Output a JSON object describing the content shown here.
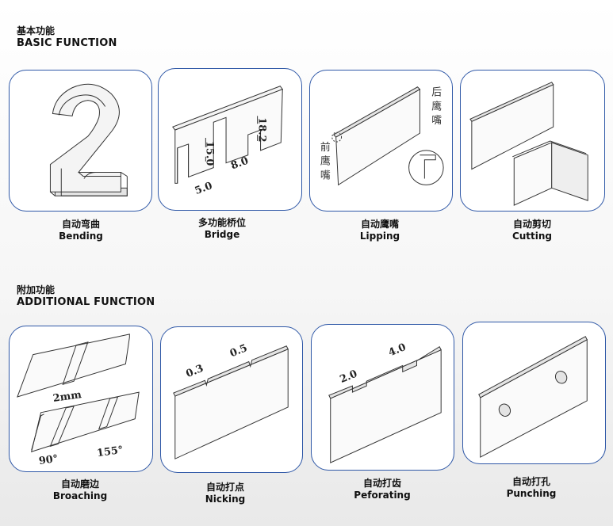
{
  "basic": {
    "title_cn": "基本功能",
    "title_en": "BASIC FUNCTION",
    "items": [
      {
        "cn": "自动弯曲",
        "en": "Bending"
      },
      {
        "cn": "多功能桥位",
        "en": "Bridge"
      },
      {
        "cn": "自动鹰嘴",
        "en": "Lipping"
      },
      {
        "cn": "自动剪切",
        "en": "Cutting"
      }
    ]
  },
  "additional": {
    "title_cn": "附加功能",
    "title_en": "ADDITIONAL FUNCTION",
    "items": [
      {
        "cn": "自动磨边",
        "en": "Broaching"
      },
      {
        "cn": "自动打点",
        "en": "Nicking"
      },
      {
        "cn": "自动打齿",
        "en": "Peforating"
      },
      {
        "cn": "自动打孔",
        "en": "Punching"
      }
    ]
  },
  "illustrations": {
    "bridge": {
      "w1": "5.0",
      "h1": "15.0",
      "w2": "8.0",
      "h2": "18.2"
    },
    "lipping": {
      "rear": [
        "后",
        "鹰",
        "嘴"
      ],
      "front": [
        "前",
        "鹰",
        "嘴"
      ]
    },
    "broaching": {
      "gap": "2mm",
      "angle1": "90°",
      "angle2": "155°"
    },
    "nicking": {
      "d1": "0.3",
      "d2": "0.5"
    },
    "perforating": {
      "d1": "2.0",
      "d2": "4.0"
    }
  },
  "colors": {
    "card_border": "#2f58a7"
  }
}
